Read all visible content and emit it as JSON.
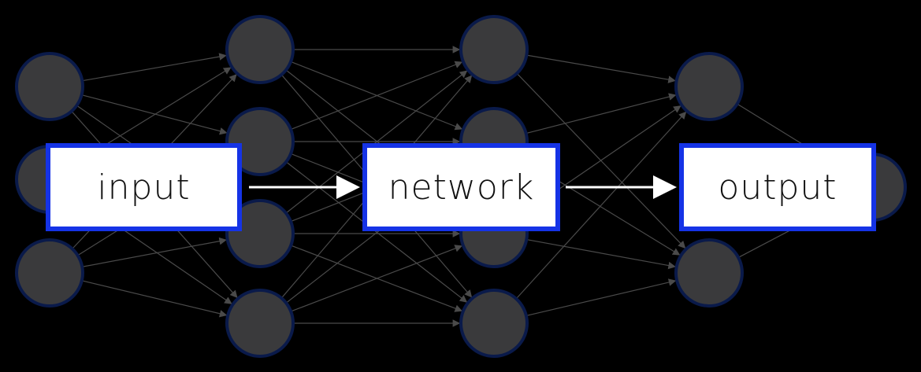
{
  "diagram": {
    "boxes": {
      "input": "input",
      "network": "network",
      "output": "output"
    },
    "layers": [
      {
        "id": "layer-1",
        "nodes": 3
      },
      {
        "id": "layer-2",
        "nodes": 4
      },
      {
        "id": "layer-3",
        "nodes": 4
      },
      {
        "id": "layer-4",
        "nodes": 2
      },
      {
        "id": "layer-5",
        "nodes": 1
      }
    ],
    "connections": "fully-connected",
    "colors": {
      "background": "#000000",
      "node_fill": "#3a3a3c",
      "node_outline": "#0a1a4a",
      "edge": "#4a4a4a",
      "box_border": "#1533e6",
      "box_fill": "#ffffff",
      "flow_arrow": "#ffffff"
    }
  }
}
